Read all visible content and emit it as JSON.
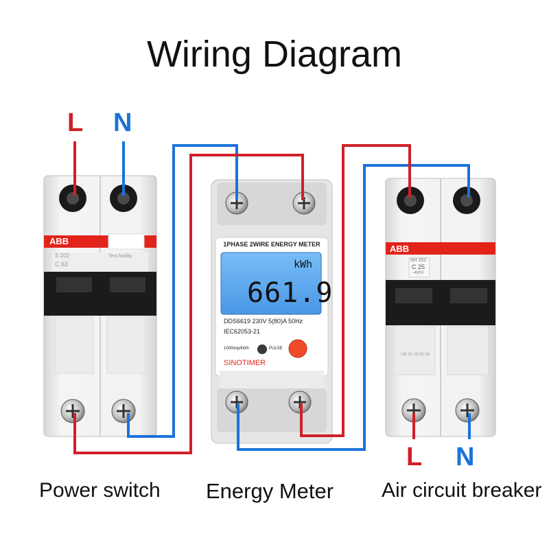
{
  "title": "Wiring Diagram",
  "input_labels": {
    "live": "L",
    "neutral": "N"
  },
  "output_labels": {
    "live": "L",
    "neutral": "N"
  },
  "colors": {
    "live": "#d0202a",
    "neutral": "#1a73d9",
    "abb_red": "#e2231a",
    "lcd": "#5aa9f0"
  },
  "devices": {
    "power_switch": {
      "caption": "Power switch",
      "brand": "ABB",
      "model": "S 202",
      "rating": "C 63",
      "test_label": "Test facility"
    },
    "energy_meter": {
      "caption": "Energy Meter",
      "header": "1PHASE 2WIRE ENERGY METER",
      "unit": "kWh",
      "reading": "661.9",
      "spec_line1": "DDS6619  230V  5(80)A  50Hz",
      "spec_line2": "IEC62053-21",
      "impulse": "1000imp/kWh",
      "pulse_label": "PULSE",
      "brand": "SINOTIMER"
    },
    "air_circuit_breaker": {
      "caption": "Air circuit breaker",
      "brand": "ABB",
      "model": "SH 202",
      "rating": "C 25",
      "voltage": "~400V",
      "code": "LW 10 15 05 06"
    }
  }
}
